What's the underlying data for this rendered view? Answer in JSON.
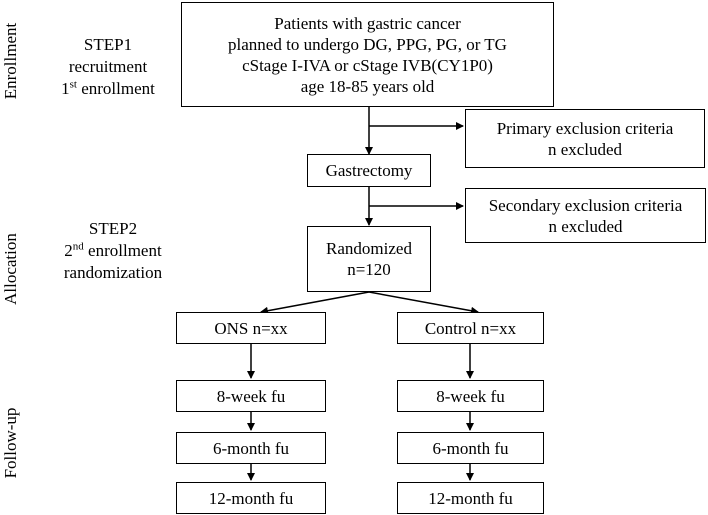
{
  "side_labels": {
    "enrollment": "Enrollment",
    "allocation": "Allocation",
    "followup": "Follow-up"
  },
  "step1": {
    "title": "STEP1",
    "line2": "recruitment",
    "line3_num": "1",
    "line3_sup": "st",
    "line3_rest": " enrollment"
  },
  "step2": {
    "title": "STEP2",
    "line2_num": "2",
    "line2_sup": "nd",
    "line2_rest": " enrollment",
    "line3": "randomization"
  },
  "boxes": {
    "patients": {
      "line1": "Patients with gastric cancer",
      "line2": "planned to undergo DG, PPG, PG, or TG",
      "line3": "cStage I-IVA or cStage IVB(CY1P0)",
      "line4": "age 18-85 years old"
    },
    "primary_exclusion": {
      "line1": "Primary exclusion criteria",
      "line2": "n excluded"
    },
    "gastrectomy": {
      "line1": "Gastrectomy"
    },
    "secondary_exclusion": {
      "line1": "Secondary exclusion criteria",
      "line2": "n excluded"
    },
    "randomized": {
      "line1": "Randomized",
      "line2": "n=120"
    },
    "ons": {
      "line1": "ONS n=xx"
    },
    "control": {
      "line1": "Control n=xx"
    },
    "ons_8week": "8-week fu",
    "ons_6month": "6-month fu",
    "ons_12month": "12-month fu",
    "control_8week": "8-week fu",
    "control_6month": "6-month fu",
    "control_12month": "12-month fu"
  }
}
